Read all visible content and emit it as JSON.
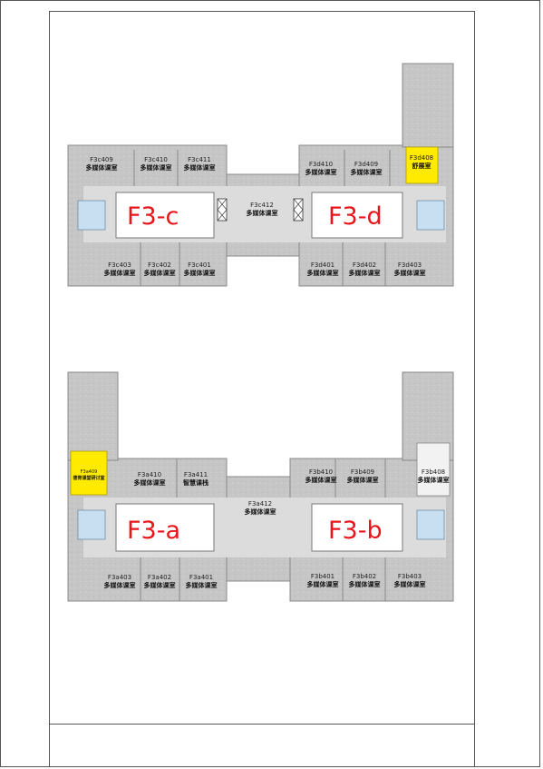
{
  "colors": {
    "floor": "#c9c9c9",
    "wall": "#9a9a9a",
    "corridor": "#e6e6e6",
    "stair": "#c8dff2",
    "highlight": "#ffea00",
    "zone_text": "#e8151b"
  },
  "zones": {
    "c": "F3-c",
    "d": "F3-d",
    "a": "F3-a",
    "b": "F3-b"
  },
  "rooms": {
    "c409": {
      "code": "F3c409",
      "name": "多媒体课室"
    },
    "c410": {
      "code": "F3c410",
      "name": "多媒体课室"
    },
    "c411": {
      "code": "F3c411",
      "name": "多媒体课室"
    },
    "c412": {
      "code": "F3c412",
      "name": "多媒体课室"
    },
    "c403": {
      "code": "F3c403",
      "name": "多媒体课室"
    },
    "c402": {
      "code": "F3c402",
      "name": "多媒体课室"
    },
    "c401": {
      "code": "F3c401",
      "name": "多媒体课室"
    },
    "d410": {
      "code": "F3d410",
      "name": "多媒体课室"
    },
    "d409": {
      "code": "F3d409",
      "name": "多媒体课室"
    },
    "d408": {
      "code": "F3d408",
      "name": "舒展室"
    },
    "d401": {
      "code": "F3d401",
      "name": "多媒体课室"
    },
    "d402": {
      "code": "F3d402",
      "name": "多媒体课室"
    },
    "d403": {
      "code": "F3d403",
      "name": "多媒体课室"
    },
    "a409": {
      "code": "F3a409",
      "name": "德育课堂研讨室"
    },
    "a410": {
      "code": "F3a410",
      "name": "多媒体课室"
    },
    "a411": {
      "code": "F3a411",
      "name": "智慧课栈"
    },
    "a412": {
      "code": "F3a412",
      "name": "多媒体课室"
    },
    "a403": {
      "code": "F3a403",
      "name": "多媒体课室"
    },
    "a402": {
      "code": "F3a402",
      "name": "多媒体课室"
    },
    "a401": {
      "code": "F3a401",
      "name": "多媒体课室"
    },
    "b410": {
      "code": "F3b410",
      "name": "多媒体课室"
    },
    "b409": {
      "code": "F3b409",
      "name": "多媒体课室"
    },
    "b408": {
      "code": "F3b408",
      "name": "多媒体课室"
    },
    "b401": {
      "code": "F3b401",
      "name": "多媒体课室"
    },
    "b402": {
      "code": "F3b402",
      "name": "多媒体课室"
    },
    "b403": {
      "code": "F3b403",
      "name": "多媒体课室"
    }
  }
}
